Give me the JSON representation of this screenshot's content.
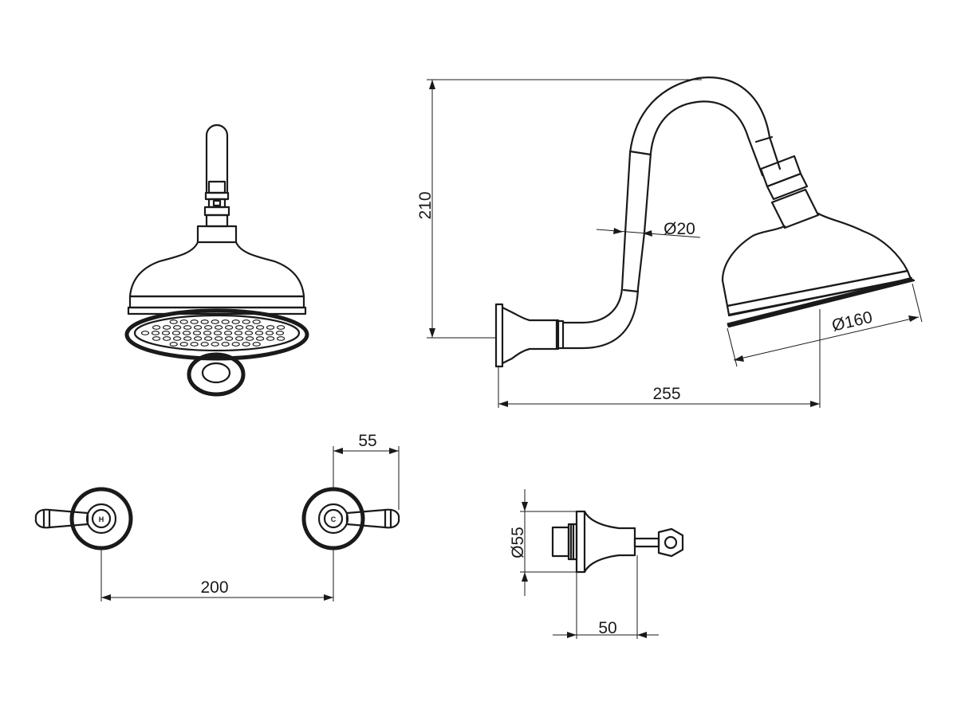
{
  "dimensions": {
    "height_210": "210",
    "pipe_dia_20": "Ø20",
    "head_dia_160": "Ø160",
    "width_255": "255",
    "handle_55": "55",
    "centres_200": "200",
    "flange_dia_55": "Ø55",
    "depth_50": "50"
  },
  "handle_marks": {
    "hot": "H",
    "cold": "C"
  },
  "colors": {
    "line": "#1a1a1a",
    "background": "#ffffff"
  }
}
